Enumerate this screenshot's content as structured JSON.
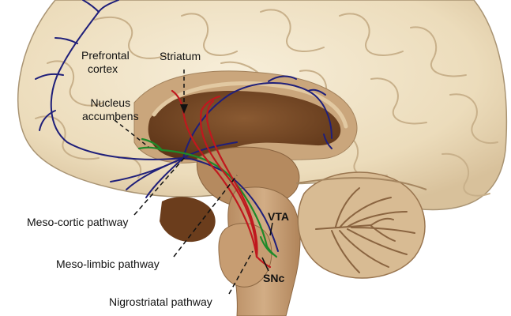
{
  "labels": {
    "prefrontal_line1": "Prefrontal",
    "prefrontal_line2": "cortex",
    "striatum": "Striatum",
    "nucleus_line1": "Nucleus",
    "nucleus_line2": "accumbens",
    "mesocortic": "Meso-cortic pathway",
    "mesolimbic": "Meso-limbic pathway",
    "nigrostriatal": "Nigrostriatal pathway",
    "vta": "VTA",
    "snc": "SNc"
  },
  "colors": {
    "cortex": "#efe2c6",
    "cortex_shadow": "#d9c39c",
    "outline": "#a99473",
    "medial": "#c7a47b",
    "cavity": "#7a4a26",
    "cavity_dark": "#5d3418",
    "brainstem": "#c9a27a",
    "cerebellum": "#d2b48c",
    "mesocortic_pathway": "#1f1f7a",
    "mesolimbic_pathway": "#1e8a2a",
    "nigrostriatal_pathway": "#c0181e"
  }
}
